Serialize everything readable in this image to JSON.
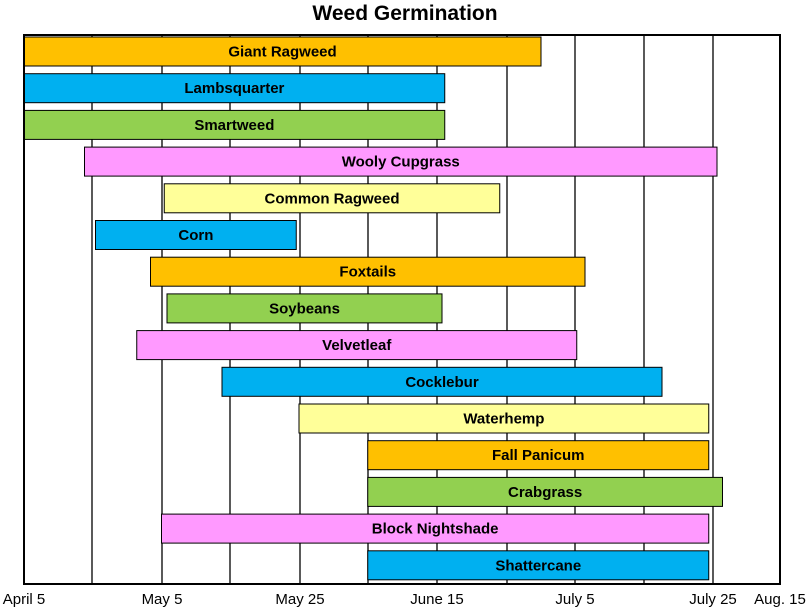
{
  "chart_data": {
    "type": "bar",
    "orientation": "horizontal-gantt",
    "title": "Weed Germination",
    "xlabel": "",
    "ylabel": "",
    "x_ticks": [
      "April 5",
      "May 5",
      "May 25",
      "June 15",
      "July 5",
      "July 25",
      "Aug. 15"
    ],
    "grid": true,
    "colors": {
      "orange": "#ffc000",
      "blue": "#00b0f0",
      "green": "#92d050",
      "pink": "#ff99ff",
      "yellow": "#ffff99"
    },
    "series": [
      {
        "name": "Giant Ragweed",
        "start": 0.0,
        "end": 3.76,
        "color": "orange"
      },
      {
        "name": "Lambsquarter",
        "start": 0.0,
        "end": 3.06,
        "color": "blue"
      },
      {
        "name": "Smartweed",
        "start": 0.0,
        "end": 3.06,
        "color": "green"
      },
      {
        "name": "Wooly Cupgrass",
        "start": 0.44,
        "end": 5.04,
        "color": "pink"
      },
      {
        "name": "Common Ragweed",
        "start": 1.02,
        "end": 3.46,
        "color": "yellow"
      },
      {
        "name": "Corn",
        "start": 0.52,
        "end": 1.98,
        "color": "blue"
      },
      {
        "name": "Foxtails",
        "start": 0.92,
        "end": 4.08,
        "color": "orange"
      },
      {
        "name": "Soybeans",
        "start": 1.04,
        "end": 3.04,
        "color": "green"
      },
      {
        "name": "Velvetleaf",
        "start": 0.82,
        "end": 4.02,
        "color": "pink"
      },
      {
        "name": "Cocklebur",
        "start": 1.44,
        "end": 4.64,
        "color": "blue"
      },
      {
        "name": "Waterhemp",
        "start": 2.0,
        "end": 4.98,
        "color": "yellow"
      },
      {
        "name": "Fall Panicum",
        "start": 2.5,
        "end": 4.98,
        "color": "orange"
      },
      {
        "name": "Crabgrass",
        "start": 2.5,
        "end": 5.08,
        "color": "green"
      },
      {
        "name": "Block Nightshade",
        "start": 1.0,
        "end": 4.98,
        "color": "pink"
      },
      {
        "name": "Shattercane",
        "start": 2.5,
        "end": 4.98,
        "color": "blue"
      }
    ]
  }
}
